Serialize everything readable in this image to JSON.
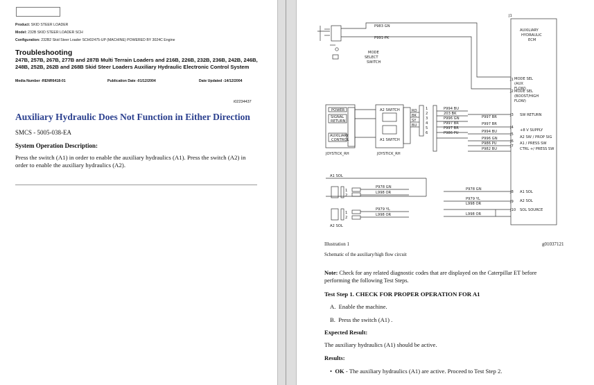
{
  "meta": {
    "product_label": "Product:",
    "product_value": "SKID STEER LOADER",
    "model_label": "Model:",
    "model_value": "232B SKID STEER LOADER SCH",
    "config_label": "Configuration:",
    "config_value": "232B2 Skid Steer Loader SCH02475-UP (MACHINE) POWERED BY 3024C Engine"
  },
  "troubleshooting": {
    "title": "Troubleshooting",
    "subtitle": "247B, 257B, 267B, 277B and 287B Multi Terrain Loaders and 216B, 226B, 232B, 236B, 242B, 246B, 248B, 252B, 262B and 268B Skid Steer Loaders Auxiliary Hydraulic Electronic Control System",
    "media_number": "Media Number -RENR6418-01",
    "publication_date": "Publication Date -01/12/2004",
    "date_updated": "Date Updated -14/12/2004"
  },
  "doc_id": "i02234437",
  "heading": "Auxiliary Hydraulic Does Not Function in Either Direction",
  "smcs": "SMCS - 5005-038-EA",
  "system_operation": "System Operation Description:",
  "description": "Press the switch (A1) in order to enable the auxiliary hydraulics (A1). Press the switch (A2) in order to enable the auxiliary hydraulics (A2).",
  "schematic": {
    "j1": "J1",
    "ecm_lines": [
      "AUXILIARY",
      "HYDRAULIC",
      "ECM"
    ],
    "mode_switch": [
      "MODE",
      "SELECT",
      "SWITCH"
    ],
    "top_wires": [
      "P983 GN",
      "P991-PK"
    ],
    "ecm_pins": [
      {
        "pin": "J1",
        "label": "MODE SEL"
      },
      {
        "pin": "",
        "label": "(AUX"
      },
      {
        "pin": "",
        "label": "FLOW)"
      },
      {
        "pin": "J2",
        "label": "MODE SEL"
      },
      {
        "pin": "",
        "label": "(BOOST/HIGH"
      },
      {
        "pin": "",
        "label": "FLOW)"
      },
      {
        "pin": "J3",
        "label": "SW RETURN"
      },
      {
        "pin": "J4",
        "label": "+8 V SUPPLY"
      },
      {
        "pin": "J5",
        "label": "A2 SW / PROP SIG"
      },
      {
        "pin": "J6",
        "label": "A1 / PRESS SW"
      },
      {
        "pin": "J7",
        "label": "CTRL +/ PRESS SW"
      },
      {
        "pin": "J8",
        "label": "A1 SOL"
      },
      {
        "pin": "J9",
        "label": "A2 SOL"
      },
      {
        "pin": "J10",
        "label": "SOL SOURCE"
      }
    ],
    "joystick_left": {
      "labels": [
        "POWER",
        "SIGNAL",
        "RETURN",
        "AUXILIARY",
        "CONTROL"
      ],
      "name": "JOYSTICK_RH"
    },
    "joystick_right": {
      "labels": [
        "A2 SWITCH",
        "A1 SWITCH"
      ],
      "name": "JOYSTICK_RH"
    },
    "joy_pin_nums": [
      "1",
      "2",
      "3",
      "4",
      "5",
      "6"
    ],
    "joy_wires_colors": [
      "RD",
      "BK",
      "SY",
      "BU"
    ],
    "mid_wires": [
      "P994 BU",
      "203 BK",
      "P996 GN",
      "P997 BR",
      "P997 BR",
      "P986 PU"
    ],
    "harness_wires": [
      "P997 BR",
      "P997 BR",
      "P994 BU",
      "P996 GN",
      "P986 PU",
      "P982 BU"
    ],
    "sol_labels": [
      "A1 SOL",
      "A2 SOL"
    ],
    "sol_wires_left": [
      "P978 GN",
      "L998 OR",
      "P979 YL",
      "L998 OR"
    ],
    "sol_wires_right": [
      "P978 GN",
      "P979 YL",
      "L998 OR",
      "L998 OR"
    ],
    "pins_small": [
      "1",
      "2"
    ]
  },
  "illustration": {
    "number": "Illustration 1",
    "id": "g01037121",
    "caption": "Schematic of the auxiliary/high flow circuit"
  },
  "note": {
    "label": "Note:",
    "text": " Check for any related diagnostic codes that are displayed on the Caterpillar ET before performing the following Test Steps."
  },
  "test_step_1": "Test Step 1. CHECK FOR PROPER OPERATION FOR A1",
  "steps": [
    {
      "letter": "A.",
      "text": "Enable the machine."
    },
    {
      "letter": "B.",
      "text": "Press the switch (A1) ."
    }
  ],
  "expected_result_label": "Expected Result:",
  "expected_result": "The auxiliary hydraulics (A1) should be active.",
  "results_label": "Results:",
  "ok": {
    "bullet": "•",
    "label": "OK",
    "text": " - The auxiliary hydraulics (A1) are active. Proceed to Test Step 2."
  }
}
